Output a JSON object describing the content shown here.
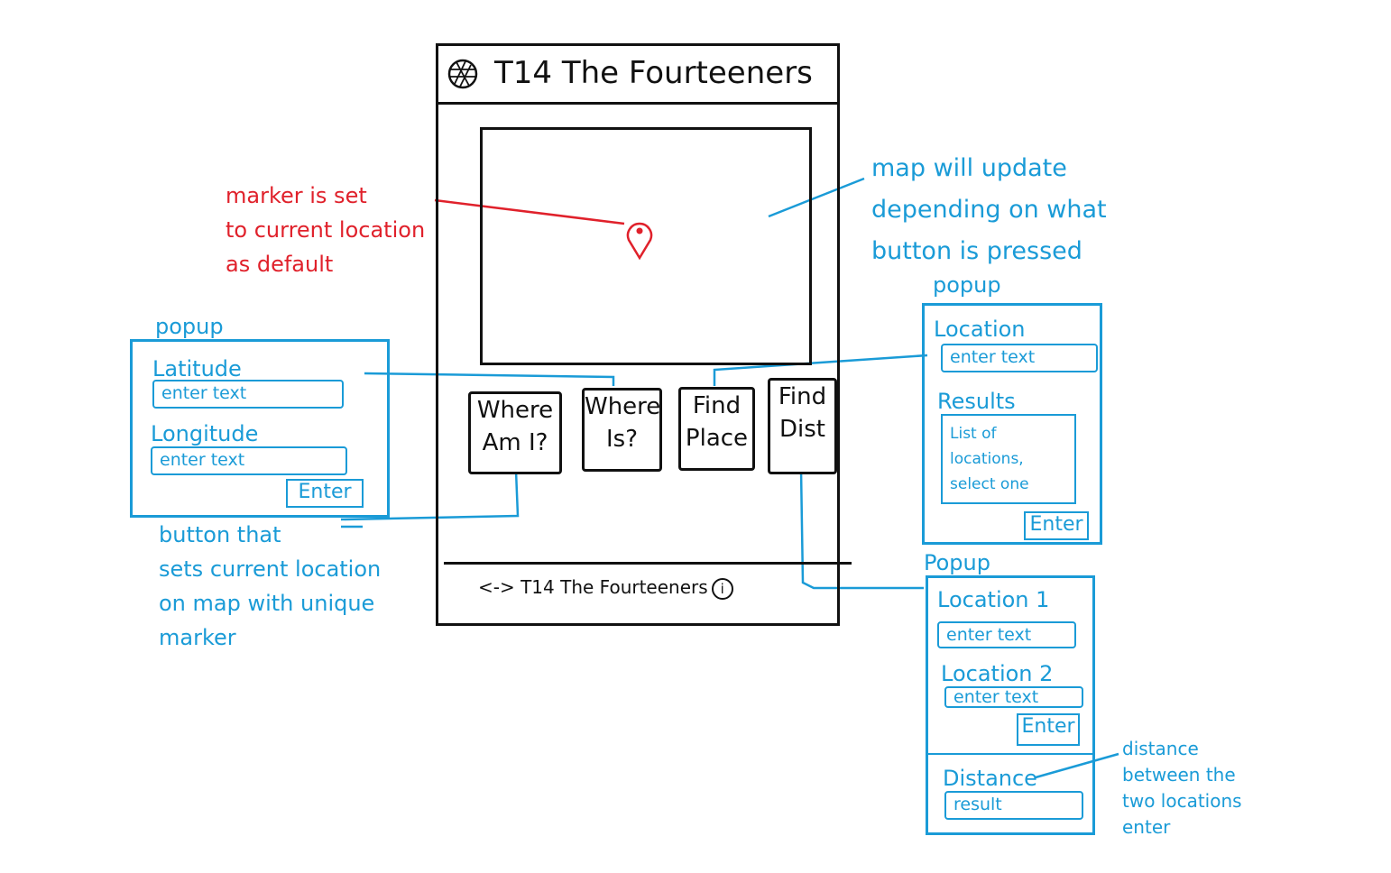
{
  "phone": {
    "title": "T14 The Fourteeners",
    "buttons": [
      {
        "label": "Where\nAm I?"
      },
      {
        "label": "Where\nIs?"
      },
      {
        "label": "Find\nPlace"
      },
      {
        "label": "Find\nDist"
      }
    ],
    "footer": "<-> T14 The Fourteeners",
    "info_glyph": "i"
  },
  "annotations": {
    "marker_note": "marker is set\nto current location\nas default",
    "map_note": "map will update\ndepending on what\nbutton is pressed",
    "where_am_i_note": "button that\nsets current location\non map with unique\nmarker",
    "distance_note": "distance\nbetween the\ntwo locations\nenter"
  },
  "popup_where_is": {
    "heading": "popup",
    "latitude_label": "Latitude",
    "latitude_placeholder": "enter text",
    "longitude_label": "Longitude",
    "longitude_placeholder": "enter text",
    "enter_label": "Enter"
  },
  "popup_find_place": {
    "heading": "popup",
    "location_label": "Location",
    "location_placeholder": "enter text",
    "results_label": "Results",
    "results_box": "List of\nlocations,\nselect one",
    "enter_label": "Enter"
  },
  "popup_find_dist": {
    "heading": "Popup",
    "location1_label": "Location 1",
    "location1_placeholder": "enter text",
    "location2_label": "Location 2",
    "location2_placeholder": "enter text",
    "enter_label": "Enter",
    "distance_label": "Distance",
    "distance_placeholder": "result"
  },
  "colors": {
    "sketch": "#111111",
    "annotation_blue": "#1a9bd7",
    "annotation_red": "#e0212b"
  },
  "icons": [
    "globe-icon",
    "map-marker-icon",
    "info-icon"
  ]
}
